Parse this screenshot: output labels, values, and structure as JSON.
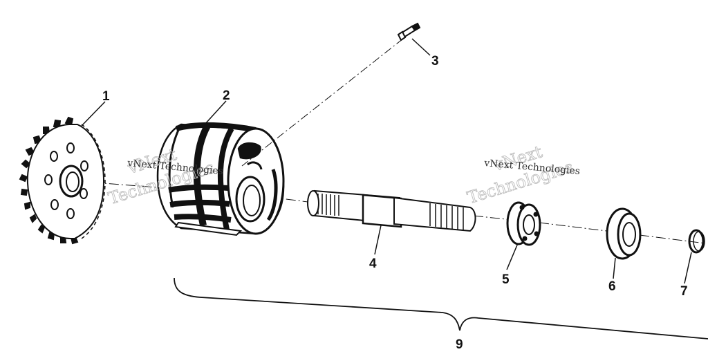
{
  "callouts": {
    "c1": "1",
    "c2": "2",
    "c3": "3",
    "c4": "4",
    "c5": "5",
    "c6": "6",
    "c7": "7",
    "c9": "9"
  },
  "watermark": {
    "brand_top": "vNext",
    "brand_bottom": "Technologies",
    "caption": "vNext Technologies"
  },
  "colors": {
    "ink": "#111111",
    "watermark": "#bdbdbd"
  }
}
